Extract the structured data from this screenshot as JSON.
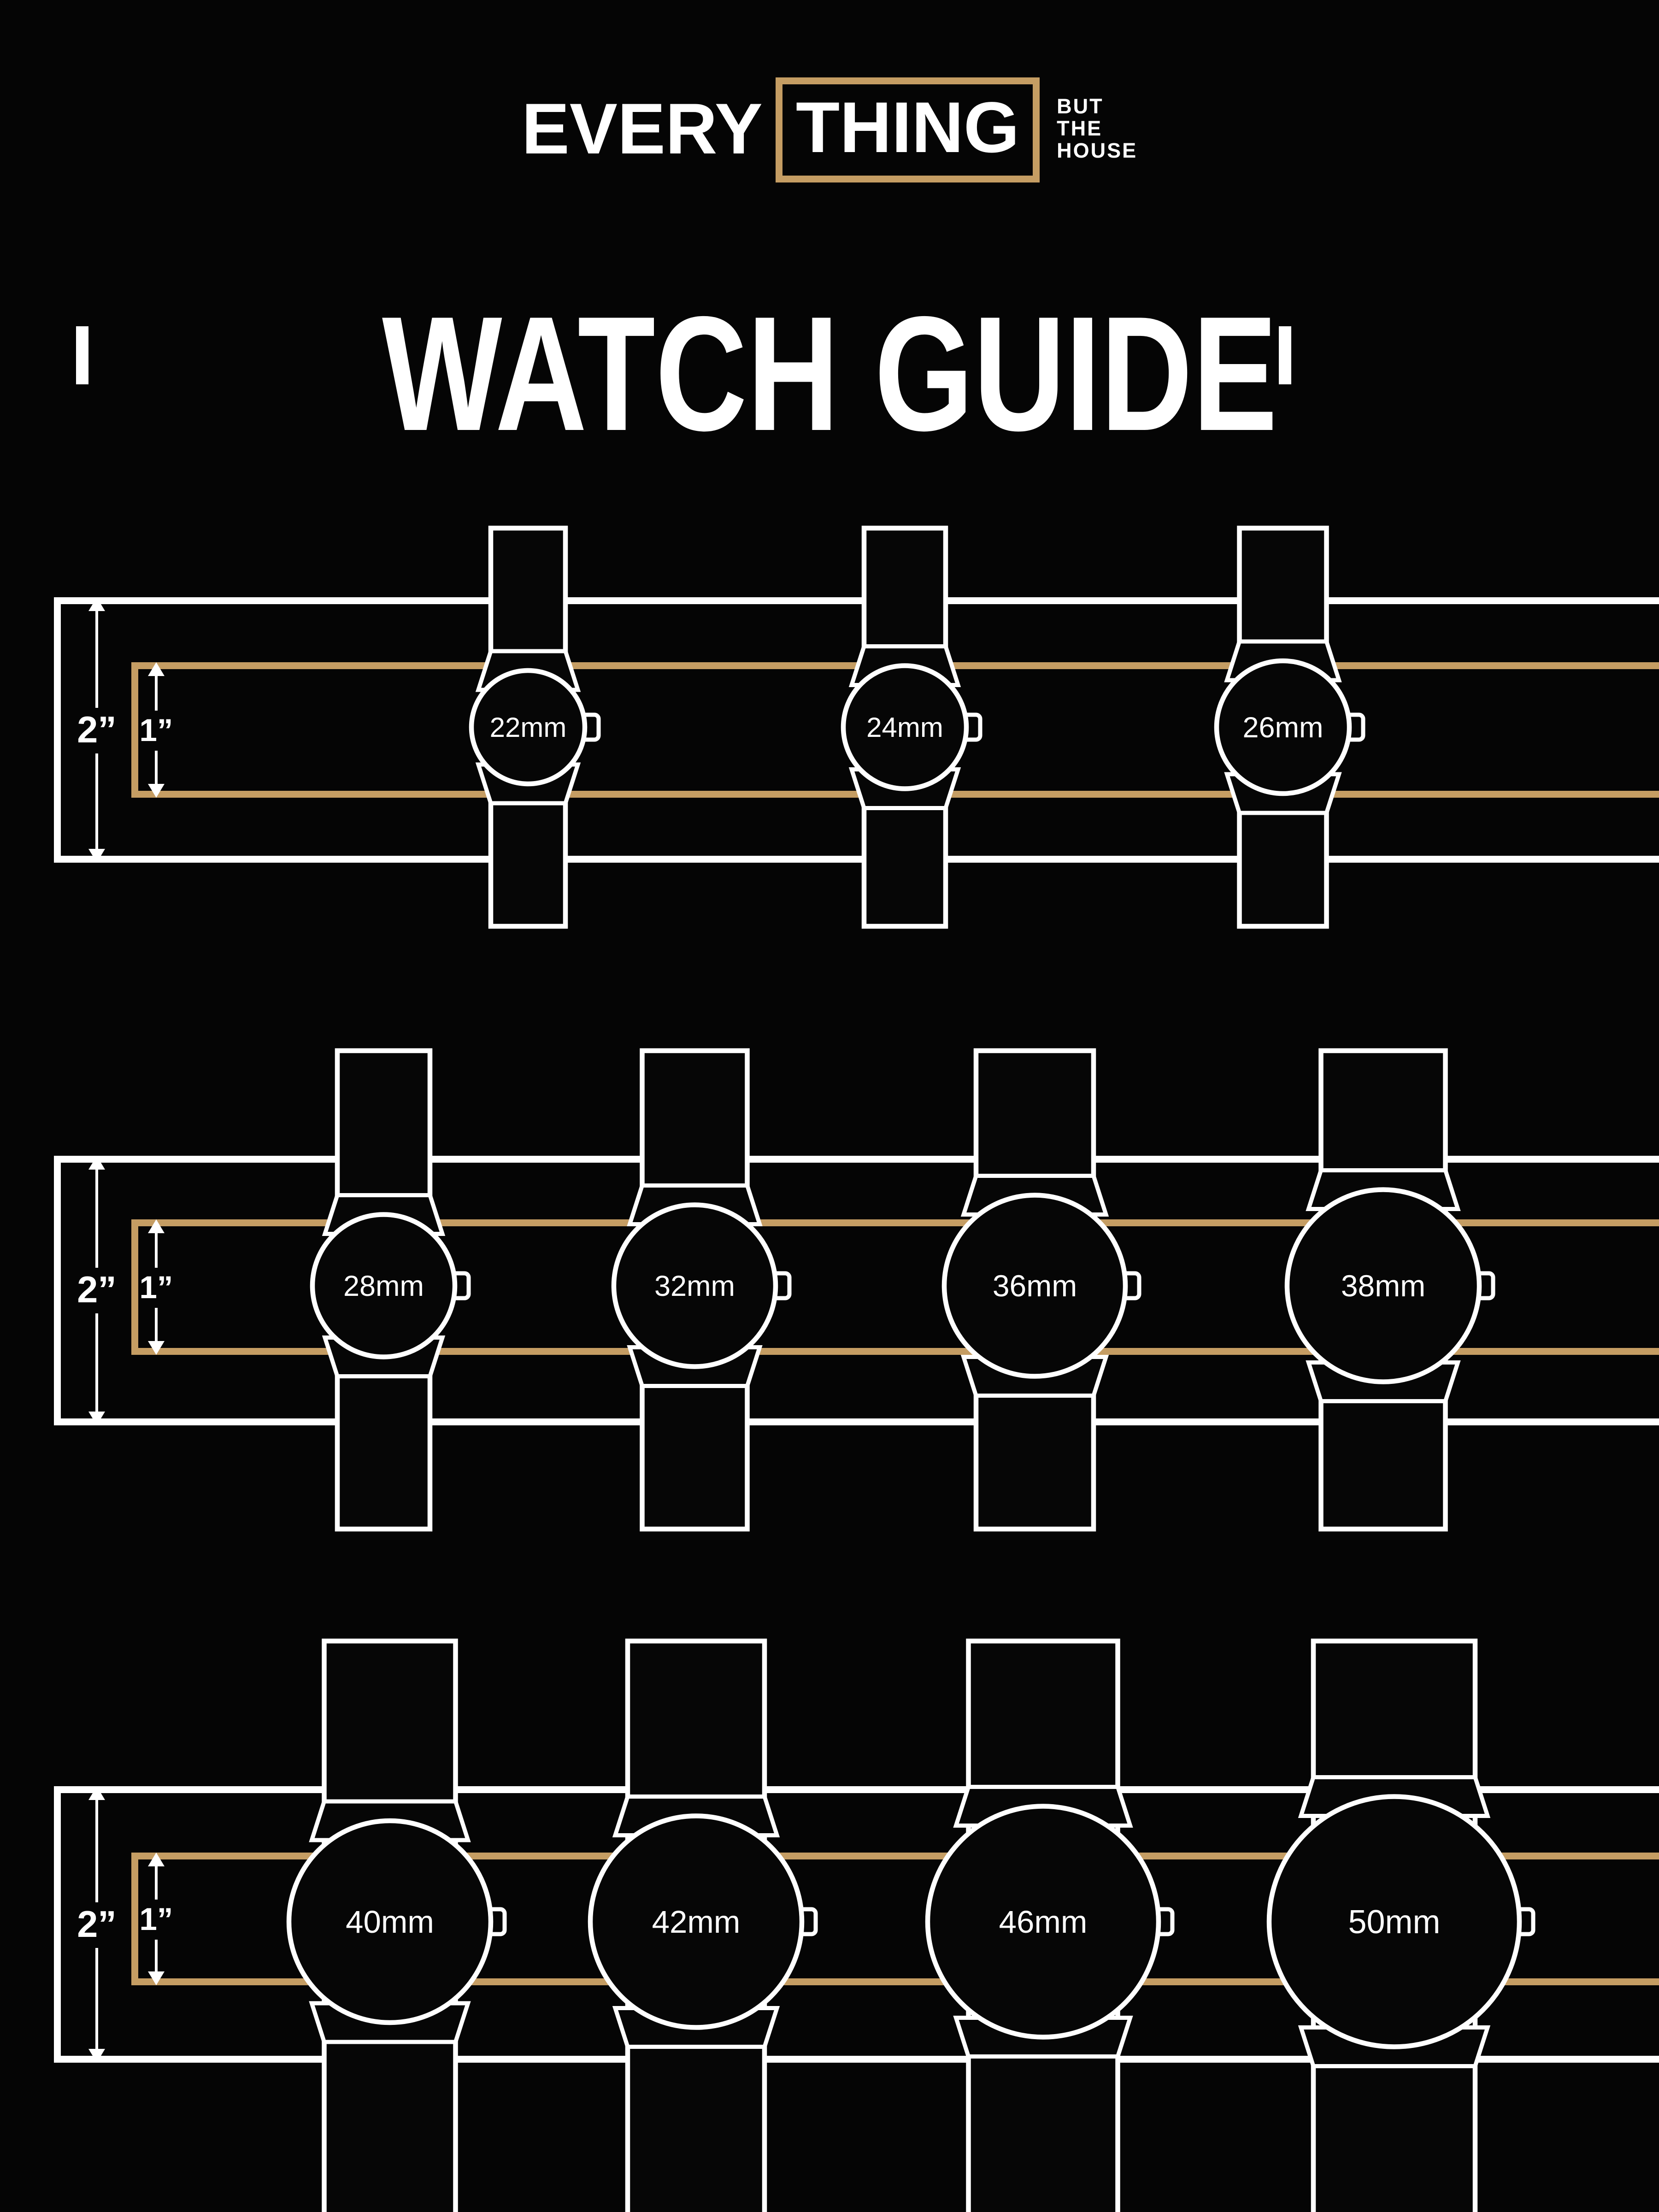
{
  "logo": {
    "word1": "EVERY",
    "word2": "THING",
    "tagline_lines": [
      "BUT",
      "THE",
      "HOUSE"
    ]
  },
  "title": "WATCH GUIDE",
  "measurements": {
    "outer_band": "2”",
    "inner_band": "1”"
  },
  "rows": [
    {
      "watches": [
        {
          "label": "22mm"
        },
        {
          "label": "24mm"
        },
        {
          "label": "26mm"
        }
      ]
    },
    {
      "watches": [
        {
          "label": "28mm"
        },
        {
          "label": "32mm"
        },
        {
          "label": "36mm"
        },
        {
          "label": "38mm"
        }
      ]
    },
    {
      "watches": [
        {
          "label": "40mm"
        },
        {
          "label": "42mm"
        },
        {
          "label": "46mm"
        },
        {
          "label": "50mm"
        }
      ]
    }
  ],
  "colors": {
    "background": "#050505",
    "accent_tan": "#C59D63",
    "line_white": "#FFFFFF"
  }
}
